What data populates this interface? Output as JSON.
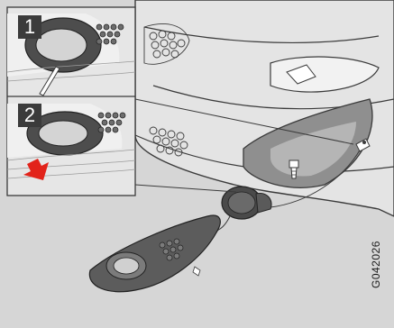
{
  "figure": {
    "steps": [
      {
        "label": "1",
        "hint": "pry-tool-icon"
      },
      {
        "label": "2",
        "hint": "down-arrow-icon"
      }
    ],
    "figure_code": "G042026",
    "colors": {
      "background": "#d6d6d6",
      "outline": "#3b3b3b",
      "inset_panel": "#e6e6e6",
      "arrow": "#e2231a"
    }
  }
}
